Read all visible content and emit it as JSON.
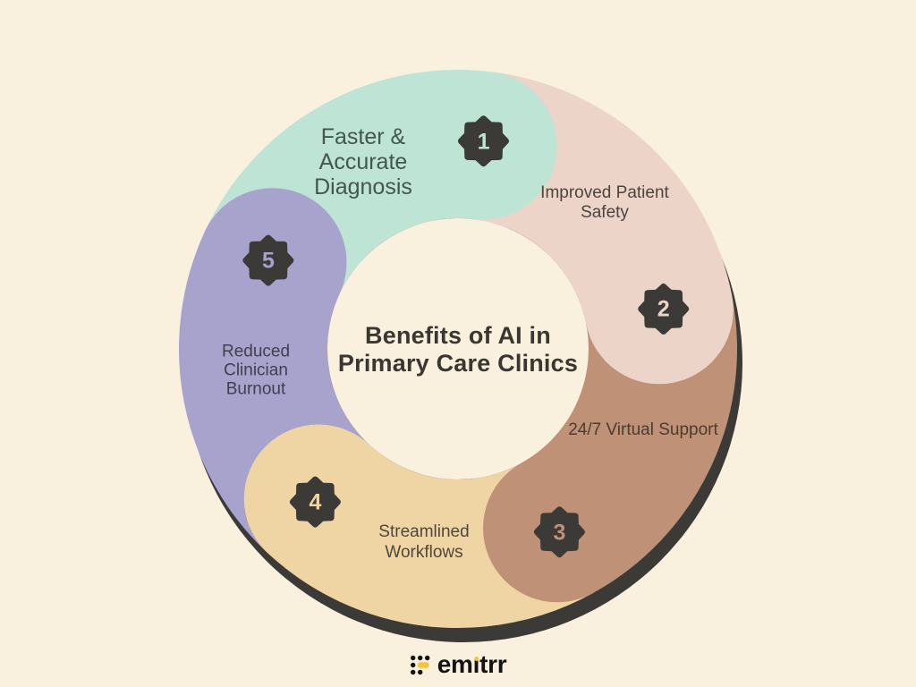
{
  "title": "Benefits of AI in\nPrimary Care Clinics",
  "colors": {
    "background": "#f9f0dd",
    "inner_circle": "#f9f0dd",
    "shadow": "#3b3a37",
    "badge": "#3b3a37",
    "title_text": "#3a3732"
  },
  "segments": [
    {
      "number": "1",
      "label": "Faster &\nAccurate\nDiagnosis",
      "color": "#bee4d5",
      "label_color": "#435650"
    },
    {
      "number": "2",
      "label": "Improved Patient\nSafety",
      "color": "#ecd4c9",
      "label_color": "#4c443e"
    },
    {
      "number": "3",
      "label": "24/7 Virtual Support",
      "color": "#bf9176",
      "label_color": "#4b3c2f"
    },
    {
      "number": "4",
      "label": "Streamlined\nWorkflows",
      "color": "#f0d5a4",
      "label_color": "#4f4739"
    },
    {
      "number": "5",
      "label": "Reduced\nClinician\nBurnout",
      "color": "#a7a3cd",
      "label_color": "#423e4d"
    }
  ],
  "footer": {
    "brand": "emitrr",
    "accent": "#f2c53d",
    "text_color": "#131313"
  }
}
